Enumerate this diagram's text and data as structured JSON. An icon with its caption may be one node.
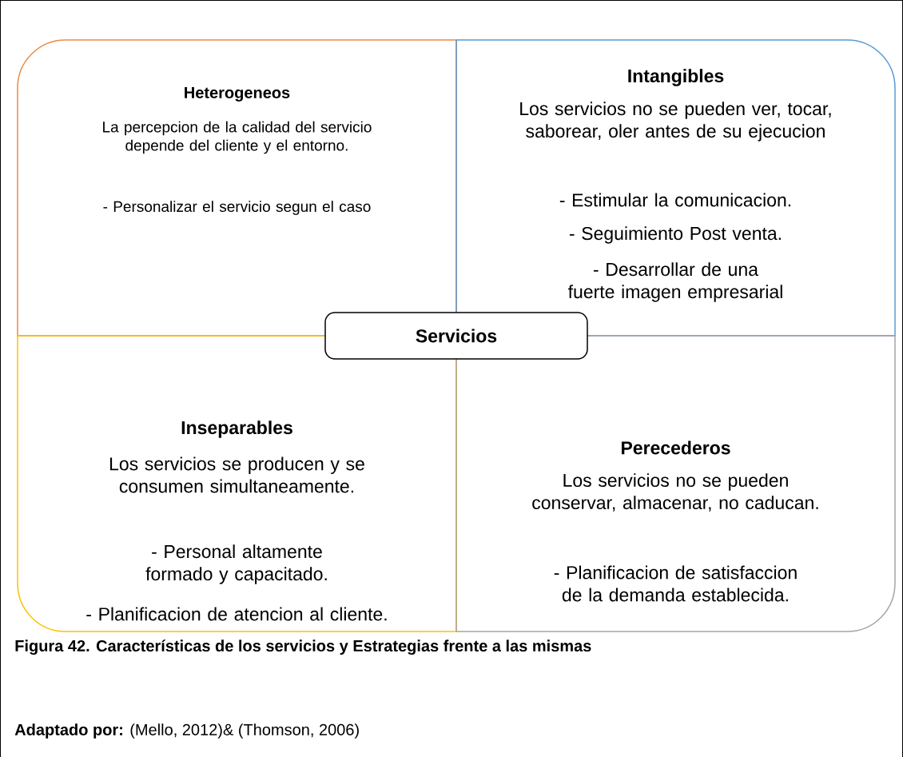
{
  "diagram": {
    "caption": "Figura 42.  Características de los servicios y Estrategias frente a las mismas",
    "nodes": [
      {
        "text": [
          "Heterogeneos",
          "La percepcion de la calidad del servicio depende del cliente y el entorno.",
          "- Personalizar el servicio segun el caso"
        ]
      },
      {
        "text": [
          "Intangibles",
          "Los servicios no se pueden ver, tocar, saborear, oler antes de su ejecucion",
          "- Estimular la comunicacion.",
          "- Seguimiento Post venta.",
          "- Desarrollar de una fuerte imagen empresarial"
        ]
      },
      {
        "text": [
          "Servicios"
        ]
      },
      {
        "text": [
          "Inseparables",
          "Los servicios se producen y se consumen simultaneamente.",
          "- Personal altamente formado y capacitado.",
          "- Planificacion de atencion al cliente."
        ]
      },
      {
        "text": [
          "Perecederos",
          "Los servicios no se pueden conservar, almacenar, no caducan.",
          "- Planificacion de satisfaccion de la demanda establecida."
        ]
      }
    ],
    "labels": [
      "**Adaptado por:** (Mello, 2012)& (Thomson, 2006)"
    ]
  }
}
